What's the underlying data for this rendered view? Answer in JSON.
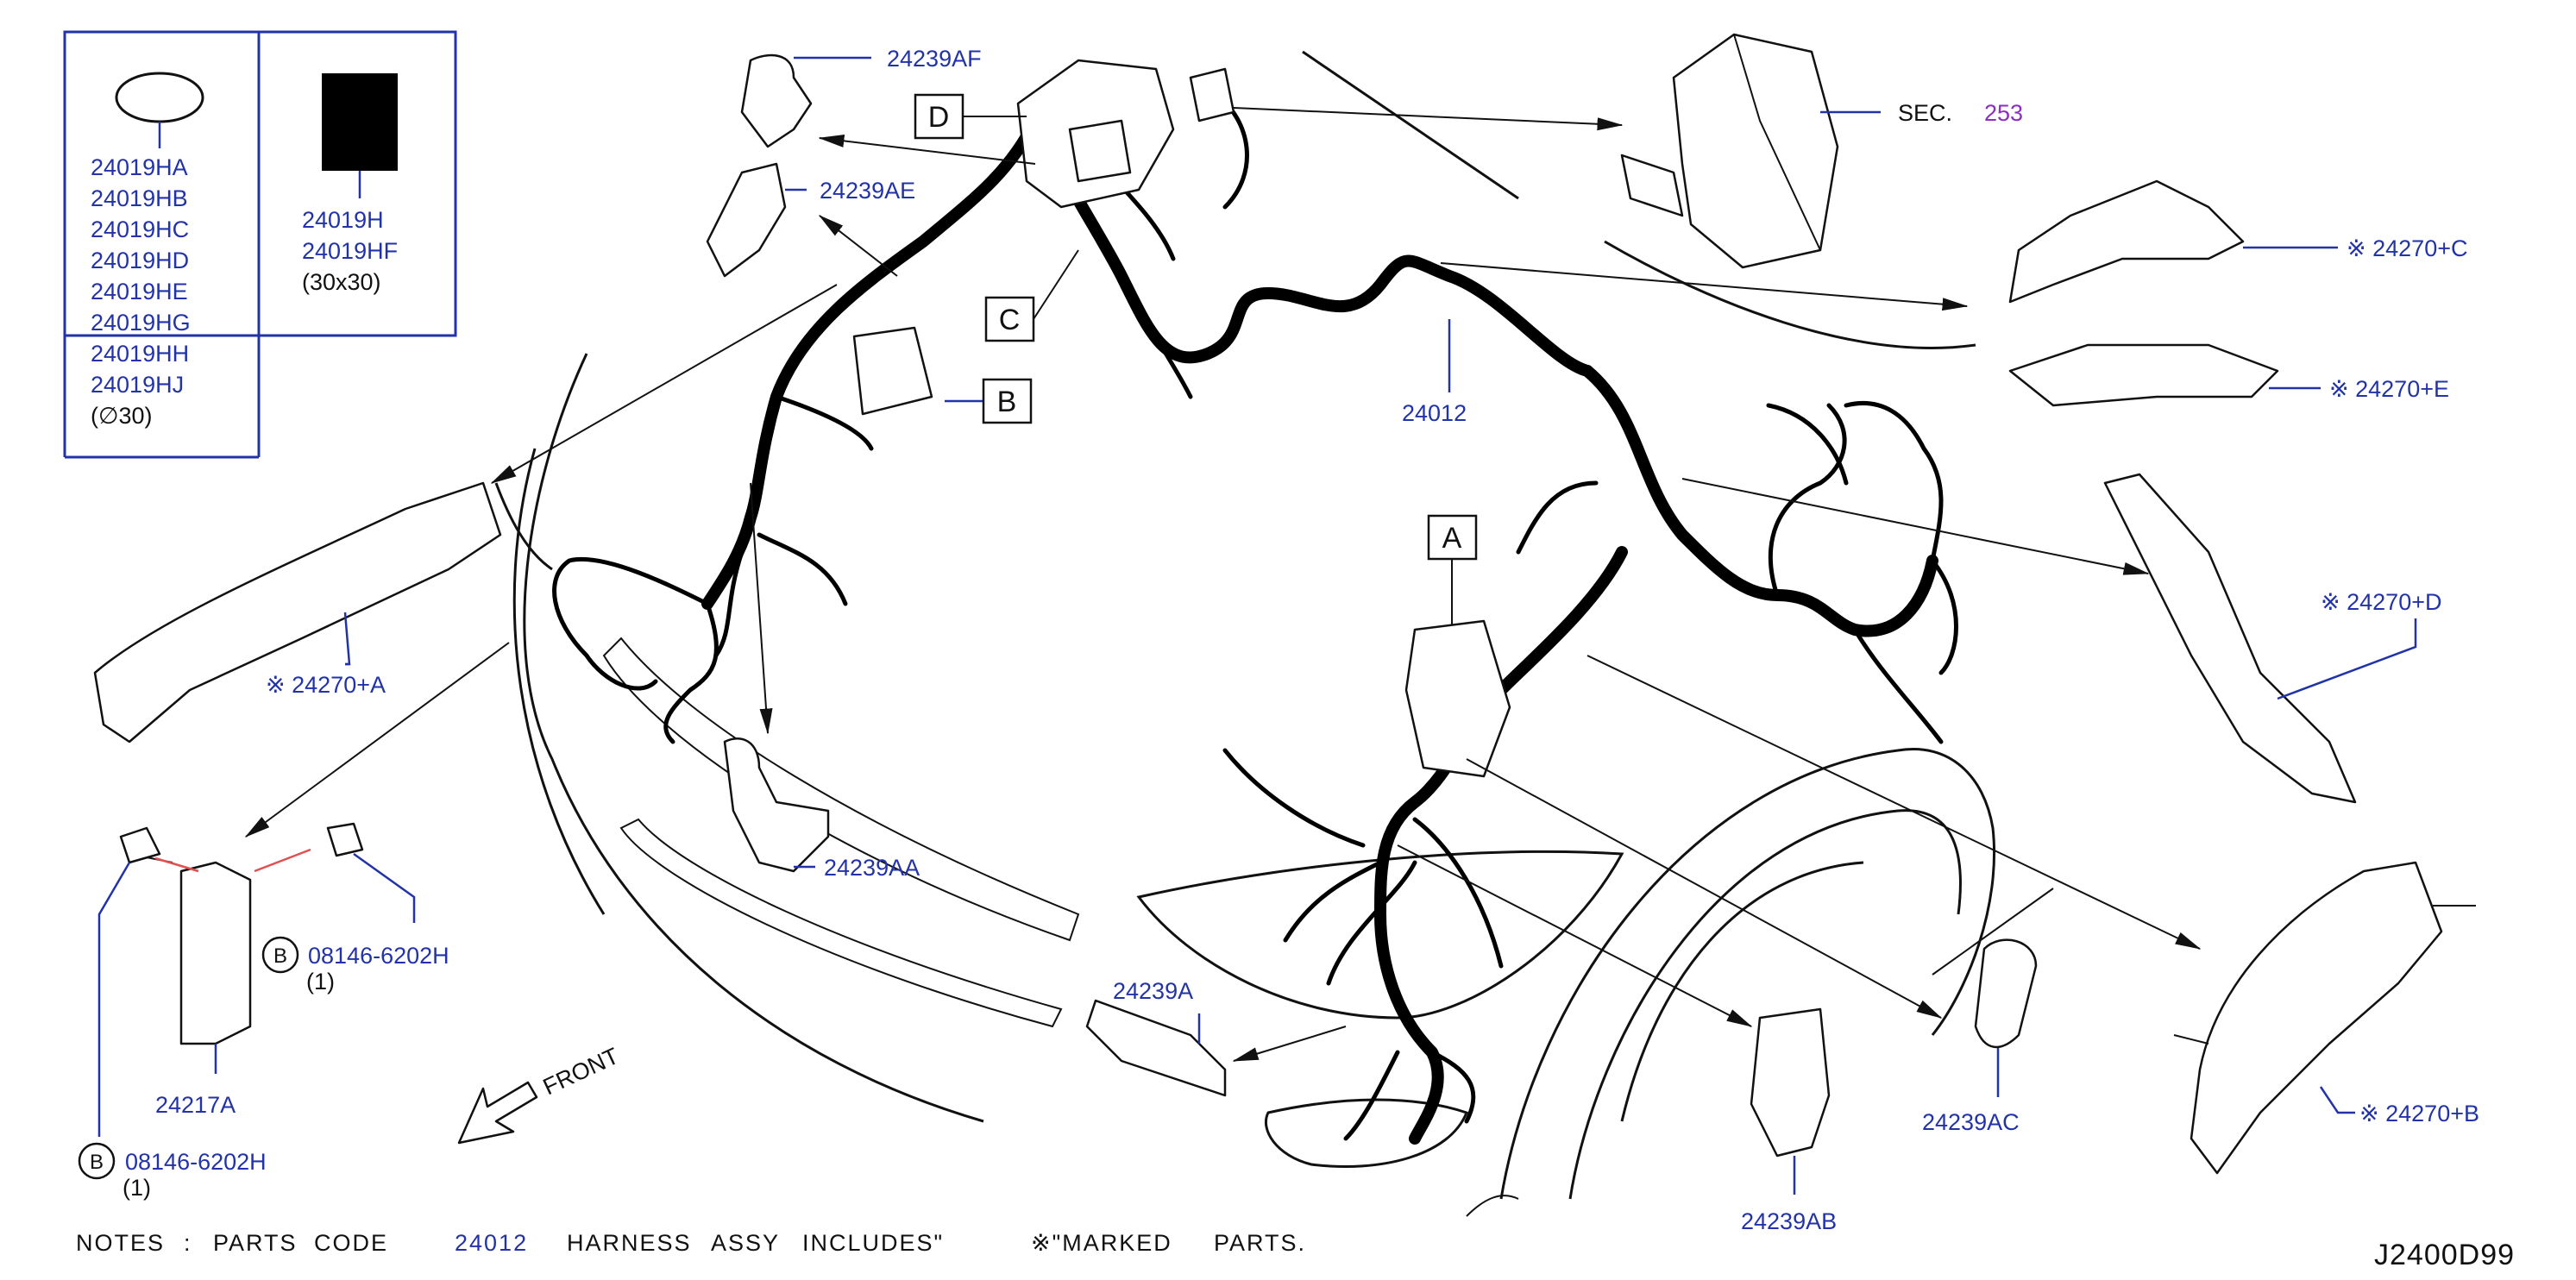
{
  "legend": {
    "left_codes": [
      "24019HA",
      "24019HB",
      "24019HC",
      "24019HD",
      "24019HE",
      "24019HG",
      "24019HH",
      "24019HJ"
    ],
    "left_size": "(∅30)",
    "right_codes": [
      "24019H",
      "24019HF"
    ],
    "right_size": "(30x30)"
  },
  "labels": {
    "p24239AF": "24239AF",
    "p24239AE": "24239AE",
    "p24012": "24012",
    "p24270C": "※ 24270+C",
    "p24270E": "※ 24270+E",
    "p24270A": "※ 24270+A",
    "p24270D": "※ 24270+D",
    "p24270B": "※ 24270+B",
    "p24239AA": "24239AA",
    "p24239A": "24239A",
    "p24239AB": "24239AB",
    "p24239AC": "24239AC",
    "p24217A": "24217A",
    "sec": "SEC.",
    "sec_num": "253",
    "bolt_upper": "08146-6202H",
    "bolt_upper_qty": "(1)",
    "bolt_lower": "08146-6202H",
    "bolt_lower_qty": "(1)",
    "bolt_mark": "B",
    "front": "FRONT"
  },
  "boxes": {
    "A": "A",
    "B": "B",
    "C": "C",
    "D": "D"
  },
  "notes": {
    "n1": "NOTES",
    "n2": ":",
    "n3": "PARTS",
    "n4": "CODE",
    "n5": "24012",
    "n6": "HARNESS",
    "n7": "ASSY",
    "n8": "INCLUDES\"",
    "n9": "※\"MARKED",
    "n10": "PARTS."
  },
  "diagram_code": "J2400D99",
  "colors": {
    "label": "#2233aa",
    "section": "#8a2fc0",
    "bolt_link": "#e05050"
  }
}
